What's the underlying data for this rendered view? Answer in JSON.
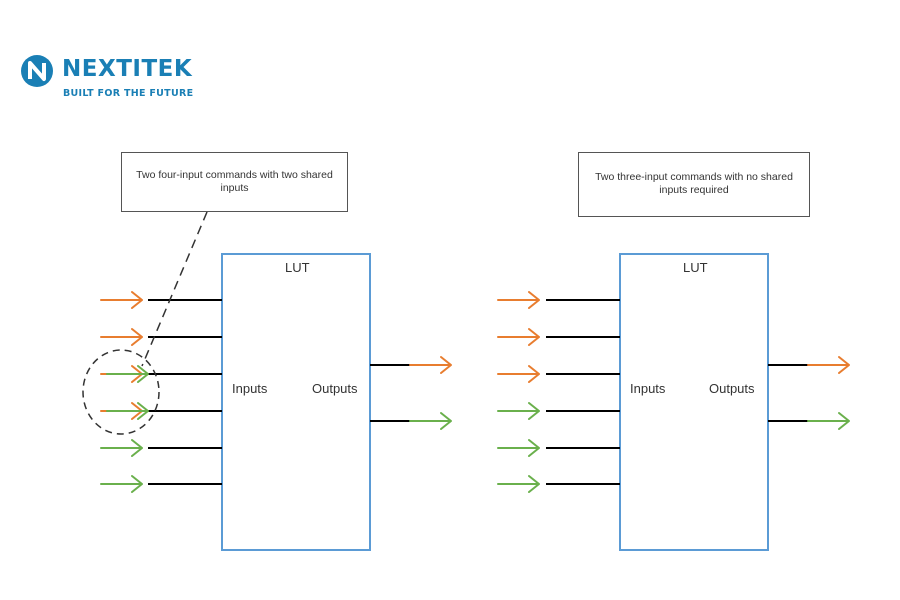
{
  "logo": {
    "name": "NEXTITEK",
    "tagline": "BUILT FOR THE FUTURE",
    "brand_color": "#1a7fb5"
  },
  "left_diagram": {
    "callout": "Two four-input commands with two shared inputs",
    "block_title": "LUT",
    "inputs_label": "Inputs",
    "outputs_label": "Outputs",
    "input_arrows": [
      "orange",
      "orange",
      "orange+green",
      "orange+green",
      "green",
      "green"
    ],
    "output_arrows": [
      "orange",
      "green"
    ]
  },
  "right_diagram": {
    "callout": "Two three-input commands with no shared inputs required",
    "block_title": "LUT",
    "inputs_label": "Inputs",
    "outputs_label": "Outputs",
    "input_arrows": [
      "orange",
      "orange",
      "orange",
      "green",
      "green",
      "green"
    ],
    "output_arrows": [
      "orange",
      "green"
    ]
  },
  "colors": {
    "orange": "#e87d2f",
    "green": "#6ab04c",
    "box_border": "#5b9bd5",
    "line": "#000000"
  }
}
